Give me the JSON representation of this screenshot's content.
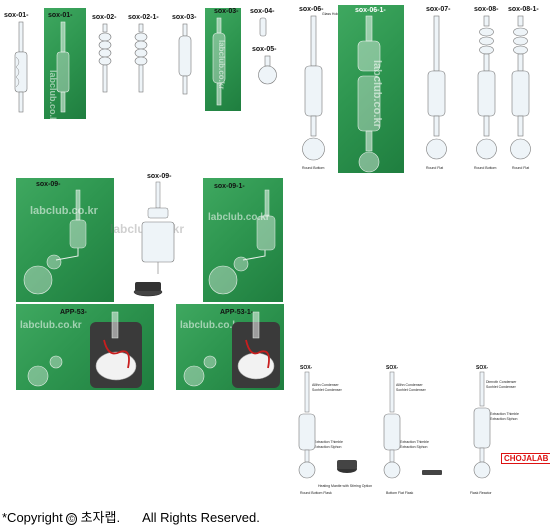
{
  "items": [
    {
      "code": "sox-01-"
    },
    {
      "code": "sox-01-"
    },
    {
      "code": "sox-02-"
    },
    {
      "code": "sox-02-1-"
    },
    {
      "code": "sox-03-"
    },
    {
      "code": "sox-03-"
    },
    {
      "code": "sox-04-"
    },
    {
      "code": "sox-05-"
    },
    {
      "code": "sox-06-"
    },
    {
      "code": "sox-06-1-"
    },
    {
      "code": "sox-07-"
    },
    {
      "code": "sox-08-"
    },
    {
      "code": "sox-08-1-"
    },
    {
      "code": "sox-09-"
    },
    {
      "code": "sox-09-"
    },
    {
      "code": "sox-09-1-"
    },
    {
      "code": "APP-53-"
    },
    {
      "code": "APP-53-1-"
    },
    {
      "code": "SOX-"
    },
    {
      "code": "SOX-"
    },
    {
      "code": "SOX-"
    }
  ],
  "watermark": "labclub.co.kr",
  "captions": {
    "round_bottom": "Round Bottom",
    "round_flat": "Round Flat",
    "round_bottom_flask": "Round Bottom Flask",
    "bottom_flat_flask": "Bottom Flat Flask",
    "flask_reactor": "Flask Reactor",
    "glass_holder": "Glass Holder",
    "extraction_thimble": "Extraction Thimble",
    "extraction_siphon": "Extraction Siphon",
    "allihn_condenser": "Allihn Condenser",
    "soxhlet_condenser": "Soxhlet Condenser",
    "dimroth_condenser": "Dimroth Condenser",
    "heating_mantle": "Heating Mantle with Stirring Option"
  },
  "brand": {
    "logo": "CHOJALAB"
  },
  "footer": {
    "copyright": "*Copyright",
    "symbol": "©",
    "company": "초자랩.",
    "rights": "All Rights Reserved."
  },
  "colors": {
    "green_panel": "#2e9650",
    "logo_red": "#d11111"
  }
}
